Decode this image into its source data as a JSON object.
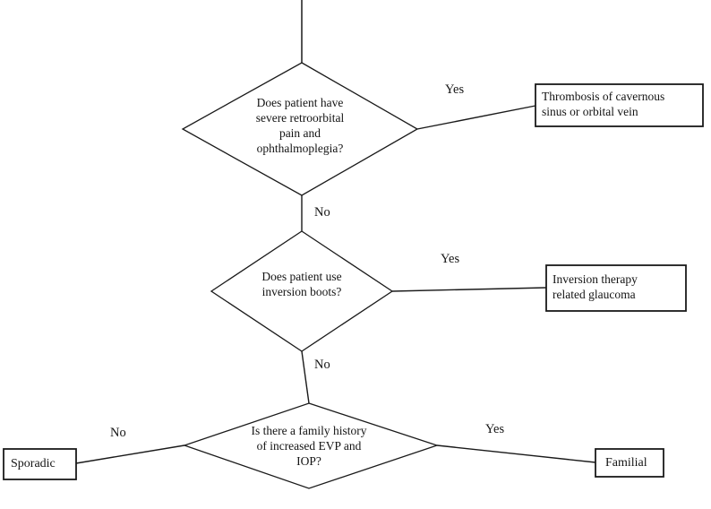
{
  "flowchart": {
    "background_color": "#ffffff",
    "line_color": "#1a1a1a",
    "decisions": [
      {
        "question": "Does patient have severe retroorbital pain and ophthalmoplegia?",
        "yes_label": "Yes",
        "no_label": "No",
        "yes_outcome": "Thrombosis of cavernous sinus or orbital vein"
      },
      {
        "question": "Does patient use inversion boots?",
        "yes_label": "Yes",
        "no_label": "No",
        "yes_outcome": "Inversion therapy related glaucoma"
      },
      {
        "question": "Is there a family history of increased EVP and IOP?",
        "yes_label": "Yes",
        "no_label": "No",
        "yes_outcome": "Familial",
        "no_outcome": "Sporadic"
      }
    ]
  }
}
